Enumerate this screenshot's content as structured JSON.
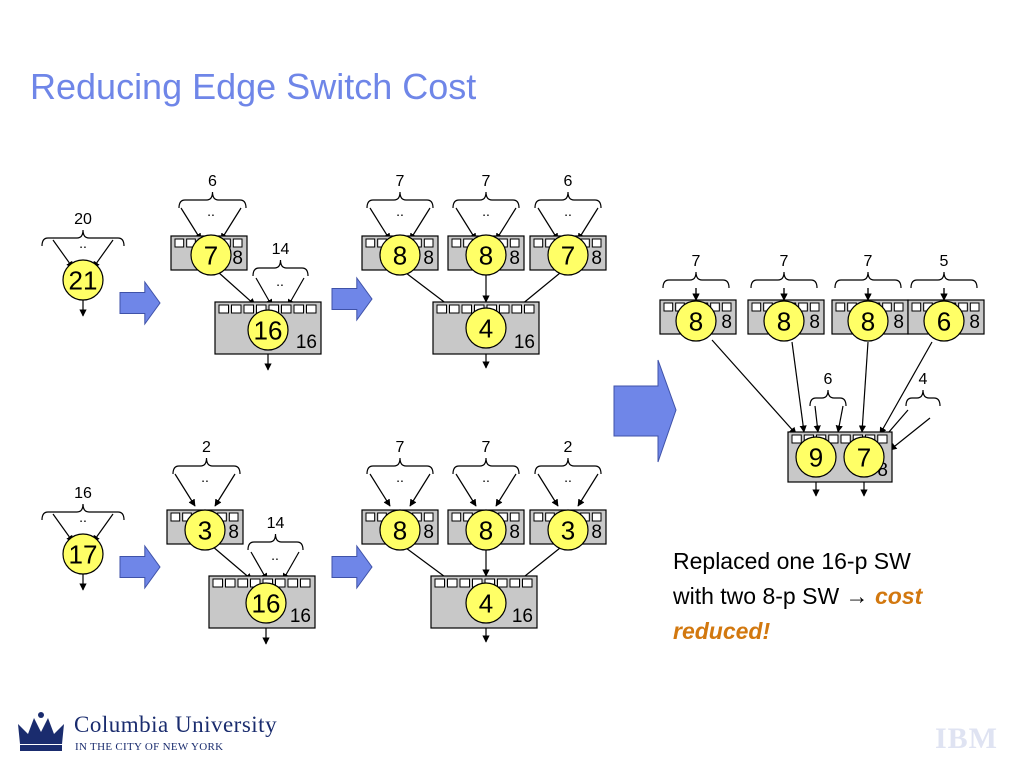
{
  "title": "Reducing Edge Switch Cost",
  "caption": {
    "line1": "Replaced one 16-p SW",
    "line2": "with two 8-p SW",
    "arrow": "→",
    "highlight1": "cost",
    "highlight2": "reduced!"
  },
  "logo": {
    "name": "Columbia University",
    "sub": "IN THE CITY OF NEW YORK"
  },
  "ibm": "IBM",
  "colors": {
    "title": "#6f86e8",
    "node_fill": "#ffff66",
    "switch_fill": "#c8c8c8",
    "flow_arrow": "#6f86e8",
    "highlight": "#d2780f"
  },
  "ellipsis": "..",
  "switches": [
    {
      "id": "sw-r1a-1",
      "ports": 8,
      "port_label": "8",
      "load": "7",
      "group": "6"
    },
    {
      "id": "sw-r1a-2",
      "ports": 16,
      "port_label": "16",
      "load": "16",
      "group": "14"
    },
    {
      "id": "sw-r1b-1",
      "ports": 8,
      "port_label": "8",
      "load": "8",
      "group": "7"
    },
    {
      "id": "sw-r1b-2",
      "ports": 8,
      "port_label": "8",
      "load": "8",
      "group": "7"
    },
    {
      "id": "sw-r1b-3",
      "ports": 8,
      "port_label": "8",
      "load": "7",
      "group": "6"
    },
    {
      "id": "sw-r1b-4",
      "ports": 16,
      "port_label": "16",
      "load": "4",
      "group": ""
    },
    {
      "id": "sw-r2a-1",
      "ports": 8,
      "port_label": "8",
      "load": "3",
      "group": "2"
    },
    {
      "id": "sw-r2a-2",
      "ports": 16,
      "port_label": "16",
      "load": "16",
      "group": "14"
    },
    {
      "id": "sw-r2b-1",
      "ports": 8,
      "port_label": "8",
      "load": "8",
      "group": "7"
    },
    {
      "id": "sw-r2b-2",
      "ports": 8,
      "port_label": "8",
      "load": "8",
      "group": "7"
    },
    {
      "id": "sw-r2b-3",
      "ports": 8,
      "port_label": "8",
      "load": "3",
      "group": "2"
    },
    {
      "id": "sw-r2b-4",
      "ports": 16,
      "port_label": "16",
      "load": "4",
      "group": ""
    },
    {
      "id": "sw-f-1",
      "ports": 8,
      "port_label": "8",
      "load": "8",
      "group": "7"
    },
    {
      "id": "sw-f-2",
      "ports": 8,
      "port_label": "8",
      "load": "8",
      "group": "7"
    },
    {
      "id": "sw-f-3",
      "ports": 8,
      "port_label": "8",
      "load": "8",
      "group": "7"
    },
    {
      "id": "sw-f-4",
      "ports": 8,
      "port_label": "8",
      "load": "6",
      "group": "5"
    },
    {
      "id": "sw-f-5",
      "ports": 16,
      "port_label": "8",
      "load2": "7",
      "load": "9",
      "group": ""
    }
  ],
  "standalone": [
    {
      "id": "node-21",
      "load": "21",
      "group": "20"
    },
    {
      "id": "node-17",
      "load": "17",
      "group": "16"
    }
  ],
  "extra_groups": {
    "final_6": "6",
    "final_4": "4"
  }
}
